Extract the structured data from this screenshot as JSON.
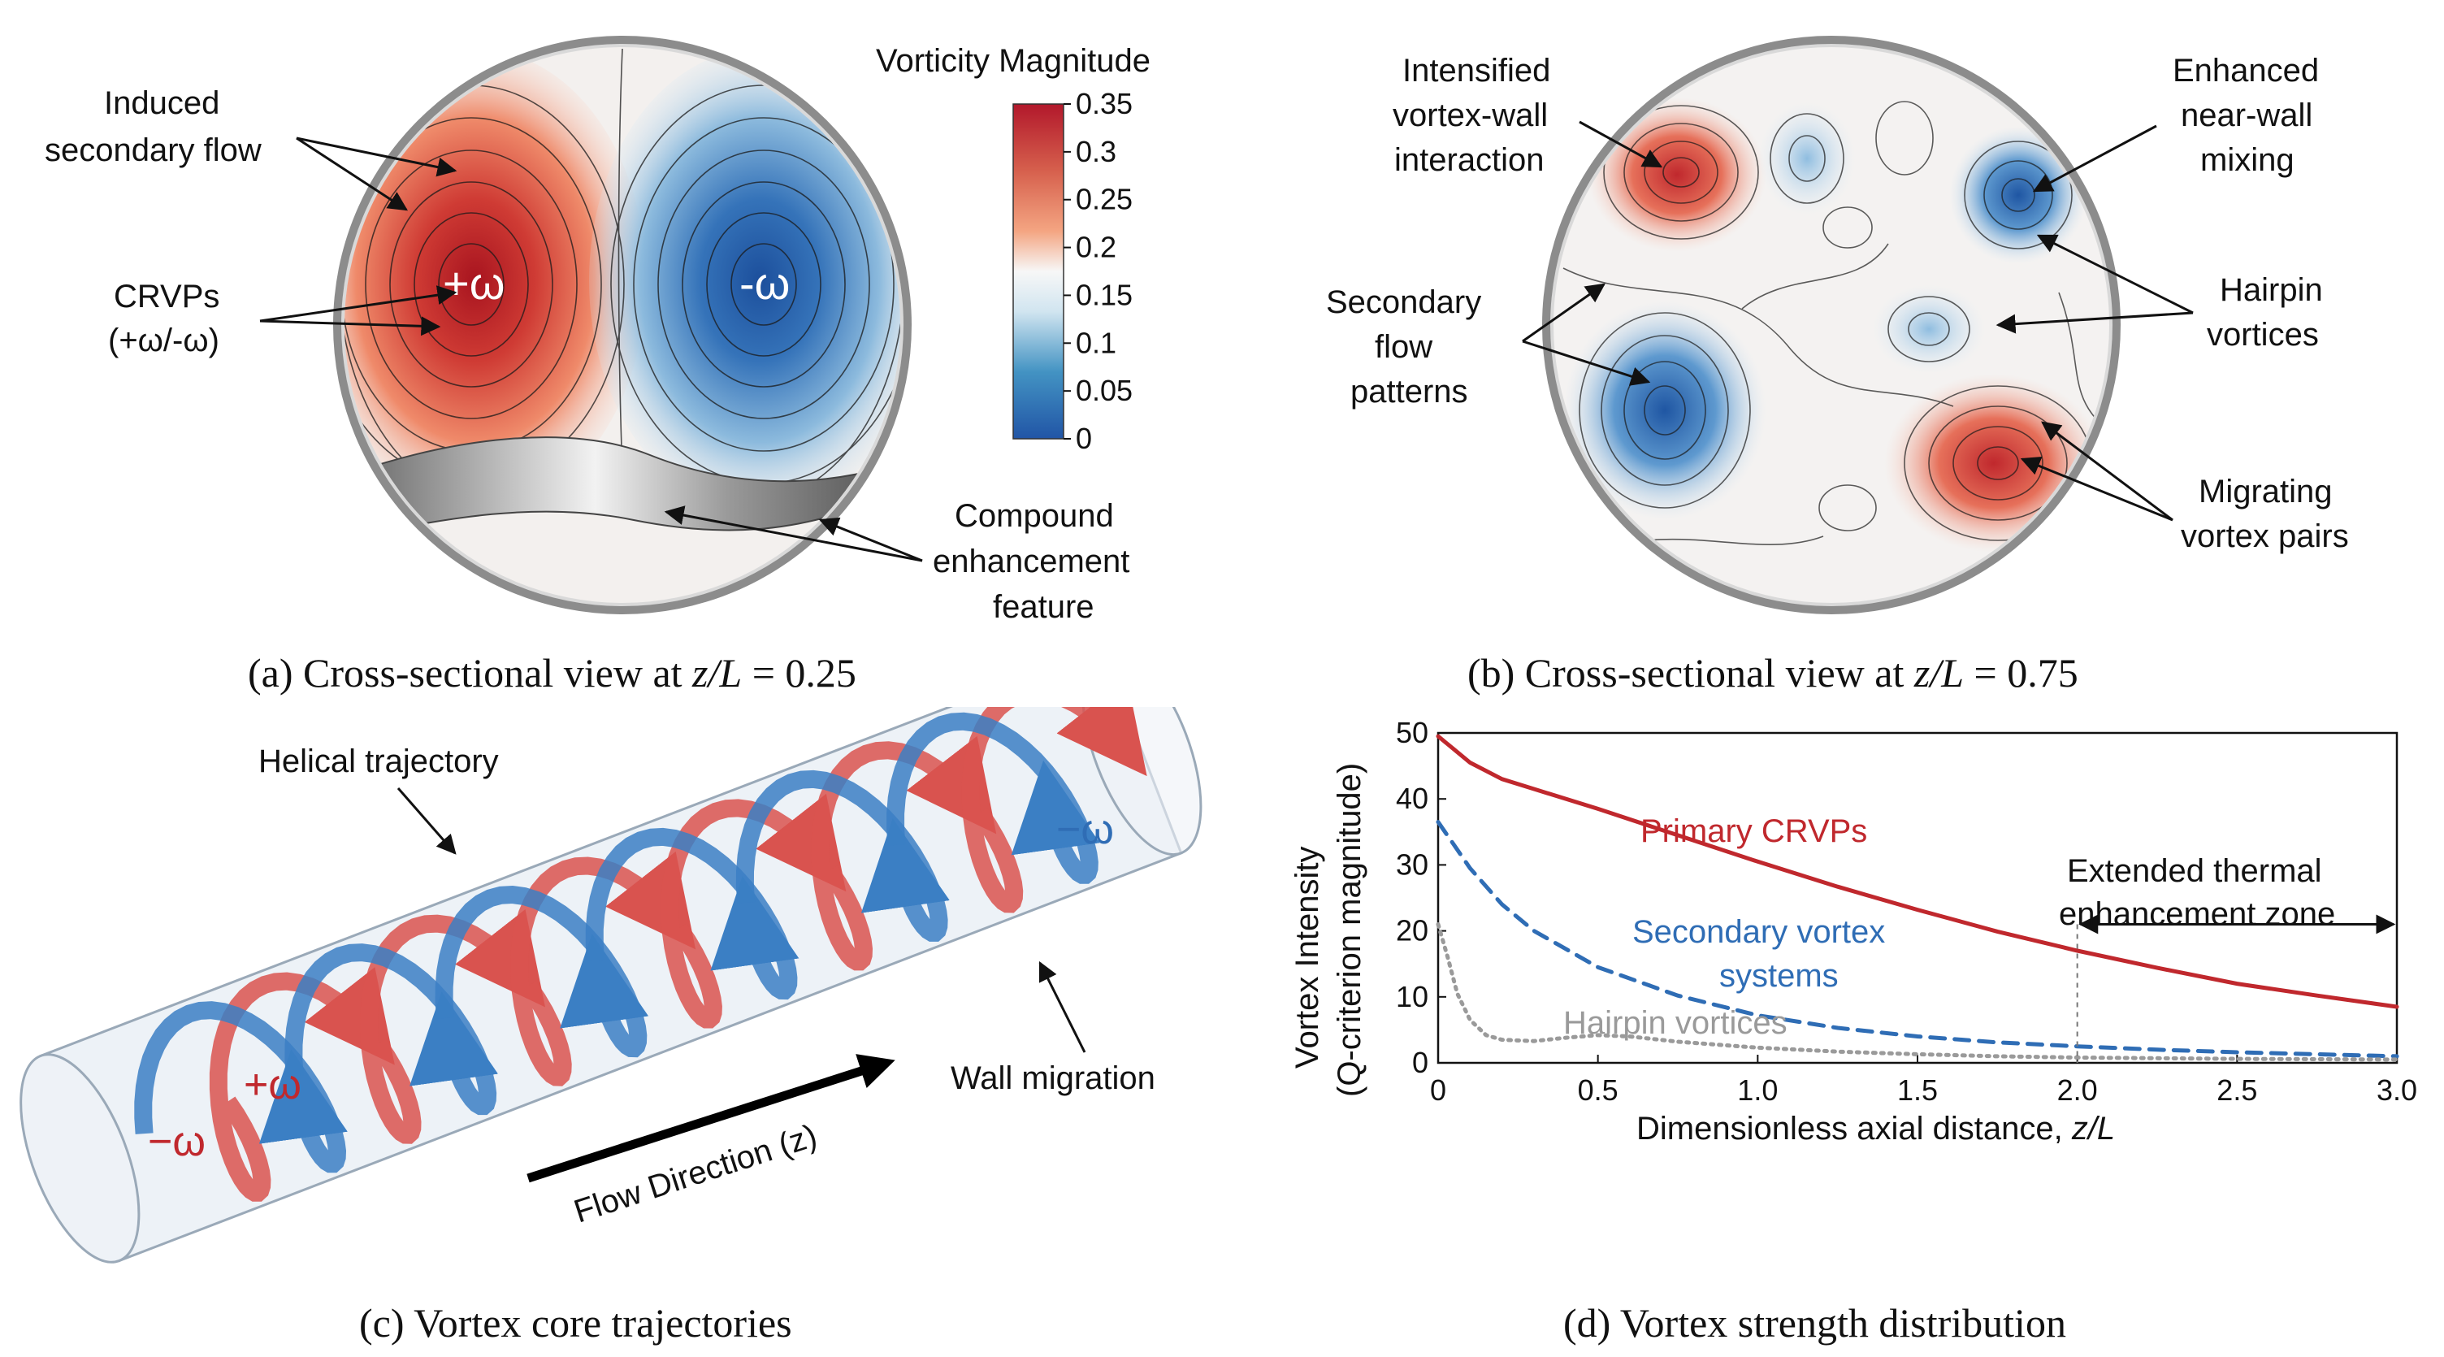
{
  "panel_a": {
    "caption_prefix": "(a) Cross-sectional view at ",
    "caption_var": "z/L",
    "caption_suffix": " = 0.25",
    "labels": {
      "secondary_flow_1": "Induced",
      "secondary_flow_2": "secondary flow",
      "crvps_1": "CRVPs",
      "crvps_2": "(+ω/-ω)",
      "compound_1": "Compound",
      "compound_2": "enhancement",
      "compound_3": "feature",
      "pos_omega": "+ω",
      "neg_omega": "-ω"
    },
    "colorbar": {
      "title": "Vorticity Magnitude",
      "ticks": [
        "0.35",
        "0.3",
        "0.25",
        "0.2",
        "0.15",
        "0.1",
        "0.05",
        "0"
      ],
      "colors": [
        "#b2182b",
        "#ef8a62",
        "#fddbc7",
        "#f2f2f2",
        "#d1e5f0",
        "#67a9cf",
        "#2166ac"
      ]
    }
  },
  "panel_b": {
    "caption_prefix": "(b) Cross-sectional view at ",
    "caption_var": "z/L",
    "caption_suffix": " = 0.75",
    "labels": {
      "intensified_1": "Intensified",
      "intensified_2": "vortex-wall",
      "intensified_3": "interaction",
      "secondary_1": "Secondary",
      "secondary_2": "flow",
      "secondary_3": "patterns",
      "enhanced_1": "Enhanced",
      "enhanced_2": "near-wall",
      "enhanced_3": "mixing",
      "hairpin_1": "Hairpin",
      "hairpin_2": "vortices",
      "migrating_1": "Migrating",
      "migrating_2": "vortex pairs"
    }
  },
  "panel_c": {
    "caption": "(c) Vortex core trajectories",
    "labels": {
      "helical": "Helical trajectory",
      "wall_migration": "Wall migration",
      "flow_direction": "Flow Direction (z)",
      "neg_omega_left": "−ω",
      "pos_omega_left": "+ω",
      "neg_omega_right": "−ω"
    },
    "colors": {
      "red": "#d9534f",
      "blue": "#3b7fc4"
    }
  },
  "panel_d": {
    "caption": "(d) Vortex strength distribution",
    "annotations": {
      "primary": "Primary CRVPs",
      "secondary_1": "Secondary vortex",
      "secondary_2": "systems",
      "hairpin": "Hairpin vortices",
      "zone_1": "Extended thermal",
      "zone_2": "enhancement zone"
    },
    "chart_data": {
      "type": "line",
      "xlabel_prefix": "Dimensionless axial distance, ",
      "xlabel_var": "z/L",
      "ylabel_1": "Vortex Intensity",
      "ylabel_2": "(Q-criterion magnitude)",
      "xlim": [
        0,
        3.0
      ],
      "ylim": [
        0,
        50
      ],
      "xticks": [
        "0",
        "0.5",
        "1.0",
        "1.5",
        "2.0",
        "2.5",
        "3.0"
      ],
      "yticks": [
        "0",
        "10",
        "20",
        "30",
        "40",
        "50"
      ],
      "zone_start_x": 2.0,
      "series": [
        {
          "key": "primary",
          "color": "#c0282d",
          "dash": "solid",
          "x": [
            0,
            0.05,
            0.1,
            0.2,
            0.3,
            0.5,
            0.75,
            1.0,
            1.25,
            1.5,
            1.75,
            2.0,
            2.25,
            2.5,
            2.75,
            3.0
          ],
          "y": [
            49.5,
            47.5,
            45.5,
            43.0,
            41.5,
            38.5,
            34.5,
            30.5,
            26.7,
            23.2,
            19.9,
            17.0,
            14.4,
            12.0,
            10.2,
            8.5
          ]
        },
        {
          "key": "secondary",
          "color": "#2f6db5",
          "dash": "dashed",
          "x": [
            0,
            0.05,
            0.1,
            0.2,
            0.3,
            0.5,
            0.75,
            1.0,
            1.25,
            1.5,
            1.75,
            2.0,
            2.25,
            2.5,
            2.75,
            3.0
          ],
          "y": [
            36.5,
            33.0,
            29.5,
            24.0,
            20.0,
            14.5,
            10.2,
            7.2,
            5.3,
            4.0,
            3.1,
            2.5,
            2.0,
            1.6,
            1.3,
            1.0
          ]
        },
        {
          "key": "hairpin",
          "color": "#9a9a9a",
          "dash": "dotted",
          "x": [
            0,
            0.03,
            0.06,
            0.1,
            0.15,
            0.2,
            0.3,
            0.4,
            0.5,
            0.6,
            0.75,
            1.0,
            1.25,
            1.5,
            1.75,
            2.0,
            2.5,
            3.0
          ],
          "y": [
            21.0,
            16.0,
            10.5,
            6.5,
            4.2,
            3.5,
            3.3,
            3.8,
            4.2,
            4.0,
            3.2,
            2.3,
            1.7,
            1.3,
            1.0,
            0.8,
            0.6,
            0.5
          ]
        }
      ]
    }
  }
}
